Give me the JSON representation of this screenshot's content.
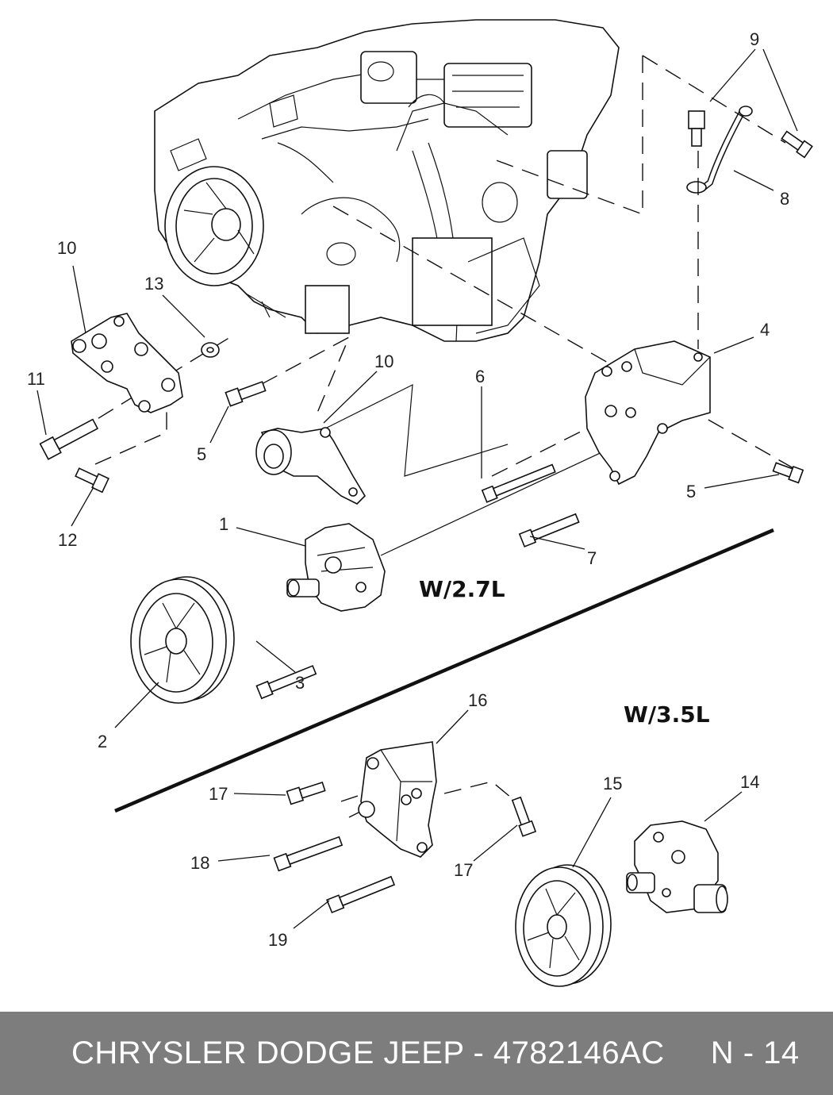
{
  "diagram": {
    "callouts": [
      "1",
      "2",
      "3",
      "4",
      "5",
      "5",
      "6",
      "7",
      "8",
      "9",
      "10",
      "10",
      "11",
      "12",
      "13",
      "14",
      "15",
      "16",
      "17",
      "17",
      "18",
      "19"
    ],
    "variant_labels": [
      "W/2.7L",
      "W/3.5L"
    ]
  },
  "footer": {
    "text": "CHRYSLER DODGE JEEP - 4782146AC     N - 14"
  }
}
